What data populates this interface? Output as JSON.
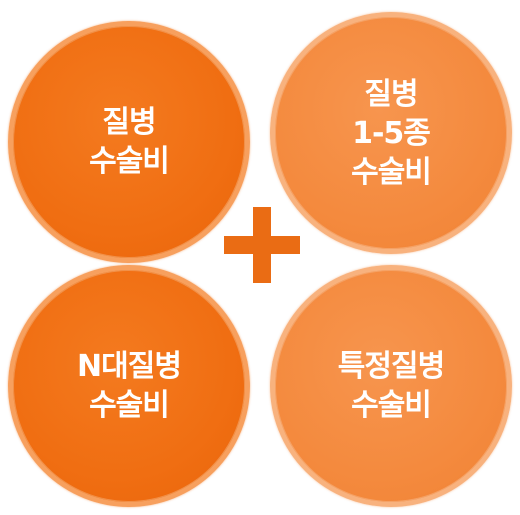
{
  "circles": [
    {
      "text": "질병\n수술비"
    },
    {
      "text": "질병\n1-5종\n수술비"
    },
    {
      "text": "N대질병\n수술비"
    },
    {
      "text": "특정질병\n수술비"
    }
  ],
  "icons": {
    "plus": "plus-icon"
  },
  "colors": {
    "primary_orange": "#f06e12",
    "light_orange": "#f48a3e",
    "text": "#ffffff"
  }
}
